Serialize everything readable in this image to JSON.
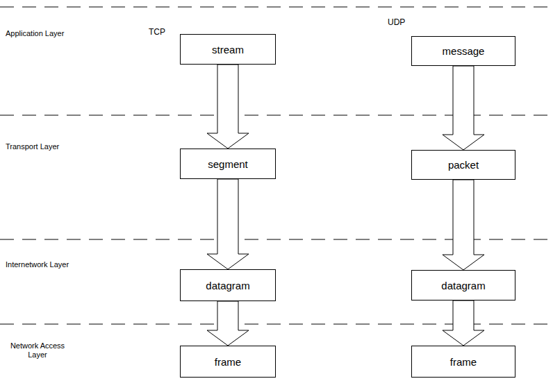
{
  "diagram": {
    "nodes": [
      {
        "text": [
          "stream"
        ]
      },
      {
        "text": [
          "message"
        ]
      },
      {
        "text": [
          "segment"
        ]
      },
      {
        "text": [
          "packet"
        ]
      },
      {
        "text": [
          "datagram"
        ]
      },
      {
        "text": [
          "datagram"
        ]
      },
      {
        "text": [
          "frame"
        ]
      },
      {
        "text": [
          "frame"
        ]
      }
    ],
    "edges": [
      {
        "from": 0,
        "to": 2,
        "arrow": "to"
      },
      {
        "from": 2,
        "to": 4,
        "arrow": "to"
      },
      {
        "from": 4,
        "to": 6,
        "arrow": "to"
      },
      {
        "from": 1,
        "to": 3,
        "arrow": "to"
      },
      {
        "from": 3,
        "to": 5,
        "arrow": "to"
      },
      {
        "from": 5,
        "to": 7,
        "arrow": "to"
      }
    ],
    "labels": [
      "Application Layer",
      "TCP",
      "UDP",
      "Transport Layer",
      "Internetwork Layer",
      "Network Access Layer"
    ]
  }
}
